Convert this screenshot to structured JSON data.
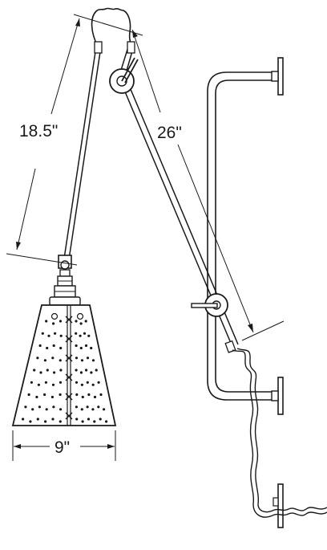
{
  "dimensions": {
    "upper_arm_length": "18.5\"",
    "lower_arm_length": "26\"",
    "shade_width": "9\""
  },
  "colors": {
    "line": "#1a1a1a",
    "background": "#ffffff"
  }
}
